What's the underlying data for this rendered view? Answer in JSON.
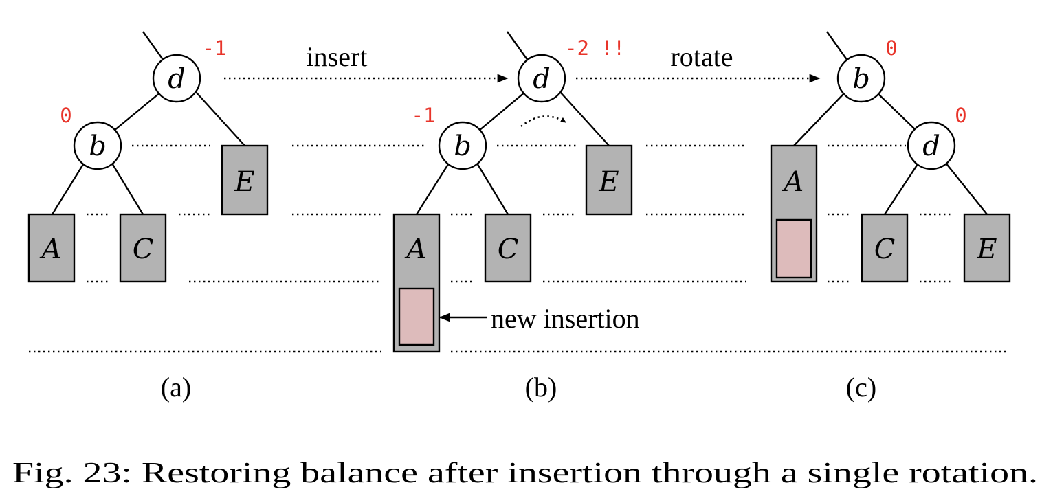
{
  "panel_a": {
    "balance_d": "-1",
    "balance_b": "0",
    "node_d": "d",
    "node_b": "b",
    "subtree_a": "A",
    "subtree_c": "C",
    "subtree_e": "E"
  },
  "op_insert": "insert",
  "panel_b": {
    "balance_d": "-2 !!",
    "balance_b": "-1",
    "node_d": "d",
    "node_b": "b",
    "subtree_a": "A",
    "subtree_c": "C",
    "subtree_e": "E",
    "new_insertion": "new insertion"
  },
  "op_rotate": "rotate",
  "panel_c": {
    "balance_b": "0",
    "balance_d": "0",
    "node_b": "b",
    "node_d": "d",
    "subtree_a": "A",
    "subtree_c": "C",
    "subtree_e": "E"
  },
  "labels": {
    "a": "(a)",
    "b": "(b)",
    "c": "(c)"
  },
  "caption": "Fig. 23: Restoring balance after insertion through a single rotation."
}
